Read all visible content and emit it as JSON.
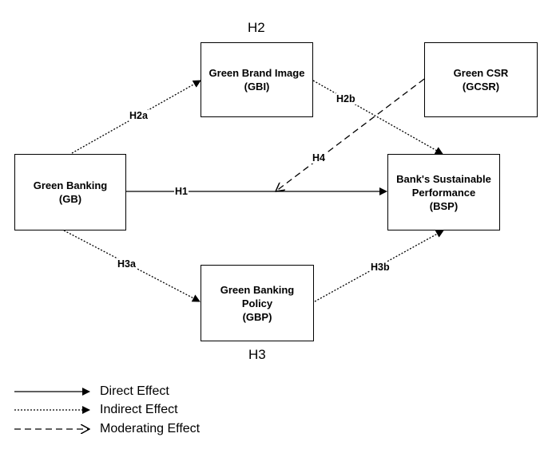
{
  "nodes": {
    "gb": {
      "line1": "Green Banking",
      "line2": "(GB)"
    },
    "gbi": {
      "line1": "Green Brand Image",
      "line2": "(GBI)"
    },
    "gcsr": {
      "line1": "Green CSR",
      "line2": "(GCSR)"
    },
    "bsp": {
      "line1": "Bank's Sustainable",
      "line2": "Performance",
      "line3": "(BSP)"
    },
    "gbp": {
      "line1": "Green Banking",
      "line2": "Policy",
      "line3": "(GBP)"
    }
  },
  "headings": {
    "h2": "H2",
    "h3": "H3"
  },
  "edges": [
    {
      "from": "GB",
      "to": "BSP",
      "label": "H1",
      "style": "direct"
    },
    {
      "from": "GB",
      "to": "GBI",
      "label": "H2a",
      "style": "indirect"
    },
    {
      "from": "GBI",
      "to": "BSP",
      "label": "H2b",
      "style": "indirect"
    },
    {
      "from": "GB",
      "to": "GBP",
      "label": "H3a",
      "style": "indirect"
    },
    {
      "from": "GBP",
      "to": "BSP",
      "label": "H3b",
      "style": "indirect"
    },
    {
      "from": "GCSR",
      "to": "H1",
      "label": "H4",
      "style": "moderating"
    }
  ],
  "legend": {
    "direct": "Direct Effect",
    "indirect": "Indirect Effect",
    "moderating": "Moderating Effect"
  },
  "colors": {
    "line": "#000000",
    "background": "#ffffff"
  }
}
